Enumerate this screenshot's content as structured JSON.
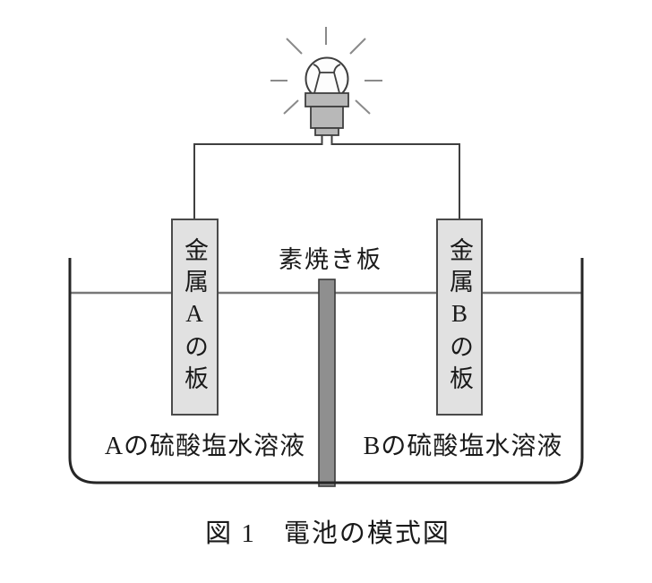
{
  "figure": {
    "caption": "図 1　電池の模式図",
    "labels": {
      "porous_plate": "素焼き板",
      "metal_plate_a": "金属Aの板",
      "metal_plate_b": "金属Bの板",
      "solution_a": "Aの硫酸塩水溶液",
      "solution_b": "Bの硫酸塩水溶液"
    },
    "icons": {
      "light_bulb": "lit incandescent bulb with 7 light rays"
    }
  },
  "colors": {
    "background": "#ffffff",
    "text-color": "#1a1a1a",
    "outline": "#3f3f3f",
    "container-outline": "#262626",
    "plate-fill": "#e1e1e1",
    "plate-stroke": "#4a4a4a",
    "porous-fill": "#8f8f8f",
    "porous-stroke": "#3a3a3a",
    "bulb-base-fill": "#b8b8b8",
    "water-line": "#787878",
    "ray": "#8a8a8a"
  }
}
